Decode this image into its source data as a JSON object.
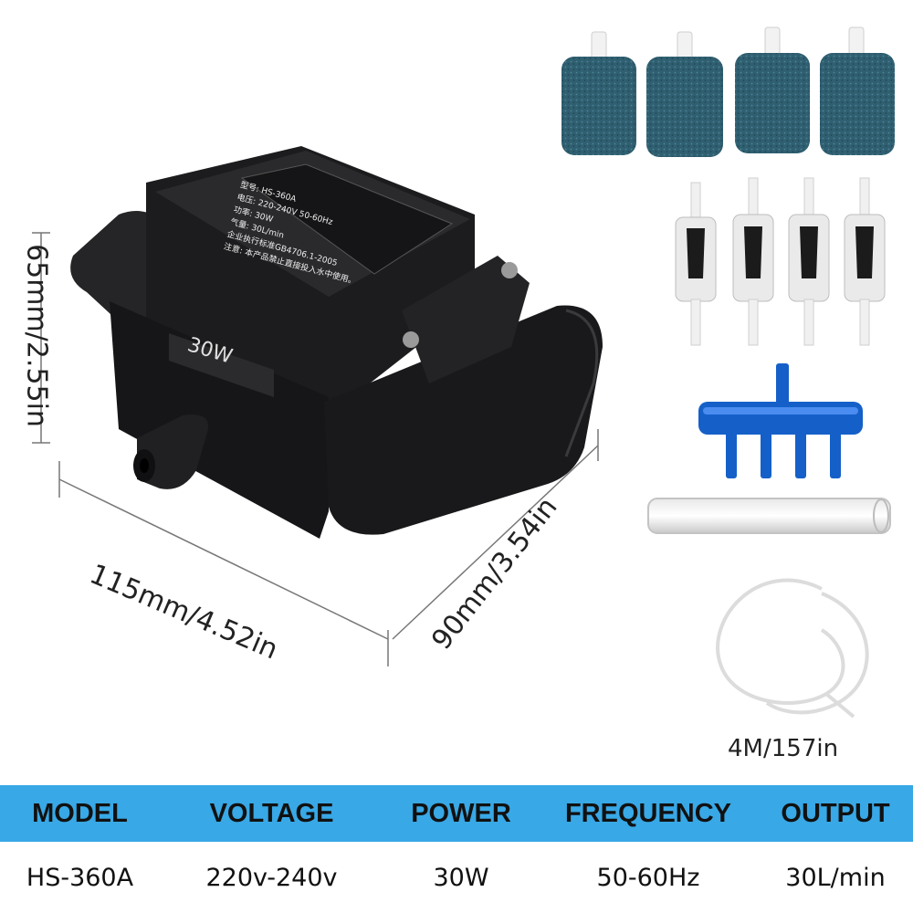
{
  "dimensions": {
    "height": "65mm/2.55in",
    "width": "115mm/4.52in",
    "depth": "90mm/3.54in"
  },
  "pump": {
    "badge": "30W",
    "label_lines": [
      "型号: HS-360A",
      "电压: 220-240V  50-60Hz",
      "功率: 30W",
      "气量: 30L/min",
      "企业执行标准GB4706.1-2005",
      "注意: 本产品禁止直接投入水中使用。"
    ]
  },
  "accessories": {
    "tube_length": "4M/157in",
    "icons": [
      "air-stone-icon",
      "check-valve-icon",
      "air-splitter-icon",
      "hard-tube-icon",
      "silicone-tube-icon"
    ]
  },
  "specs": {
    "headers": [
      "MODEL",
      "VOLTAGE",
      "POWER",
      "FREQUENCY",
      "OUTPUT"
    ],
    "values": [
      "HS-360A",
      "220v-240v",
      "30W",
      "50-60Hz",
      "30L/min"
    ]
  },
  "colors": {
    "table_header": "#38a8e6",
    "pump_body": "#1c1c1e",
    "air_stone": "#2f5f70",
    "splitter": "#1560c8"
  }
}
